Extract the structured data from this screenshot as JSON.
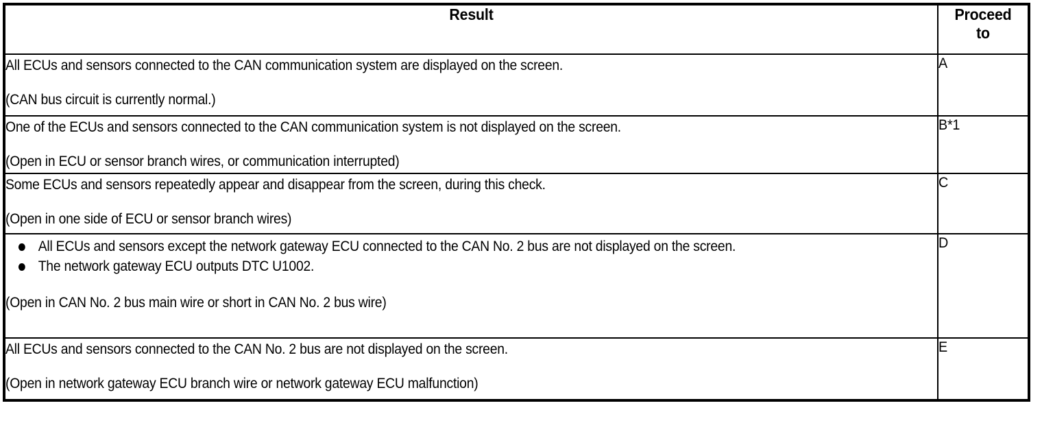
{
  "table": {
    "headers": {
      "result": "Result",
      "proceed_line1": "Proceed",
      "proceed_line2": "to"
    },
    "rows": [
      {
        "id": "row-a",
        "type": "paragraph",
        "main": "All ECUs and sensors connected to the CAN communication system are displayed on the screen.",
        "paren": "(CAN bus circuit is currently normal.)",
        "proceed": "A"
      },
      {
        "id": "row-b",
        "type": "paragraph",
        "main": "One of the ECUs and sensors connected to the CAN communication system is not displayed on the screen.",
        "paren": "(Open in ECU or sensor branch wires, or communication interrupted)",
        "proceed": "B*1"
      },
      {
        "id": "row-c",
        "type": "paragraph",
        "main": "Some ECUs and sensors repeatedly appear and disappear from the screen, during this check.",
        "paren": "(Open in one side of ECU or sensor branch wires)",
        "proceed": "C"
      },
      {
        "id": "row-d",
        "type": "bullets",
        "bullet_1": "All ECUs and sensors except the network gateway ECU connected to the CAN No. 2 bus are not displayed on the screen.",
        "bullet_2": "The network gateway ECU outputs DTC U1002.",
        "paren": "(Open in CAN No. 2 bus main wire or short in CAN No. 2 bus wire)",
        "proceed": "D"
      },
      {
        "id": "row-e",
        "type": "paragraph",
        "main": "All ECUs and sensors connected to the CAN No. 2 bus are not displayed on the screen.",
        "paren": "(Open in network gateway ECU branch wire or network gateway ECU malfunction)",
        "proceed": "E"
      }
    ]
  },
  "colors": {
    "border": "#000000",
    "text": "#000000",
    "background": "#ffffff"
  }
}
